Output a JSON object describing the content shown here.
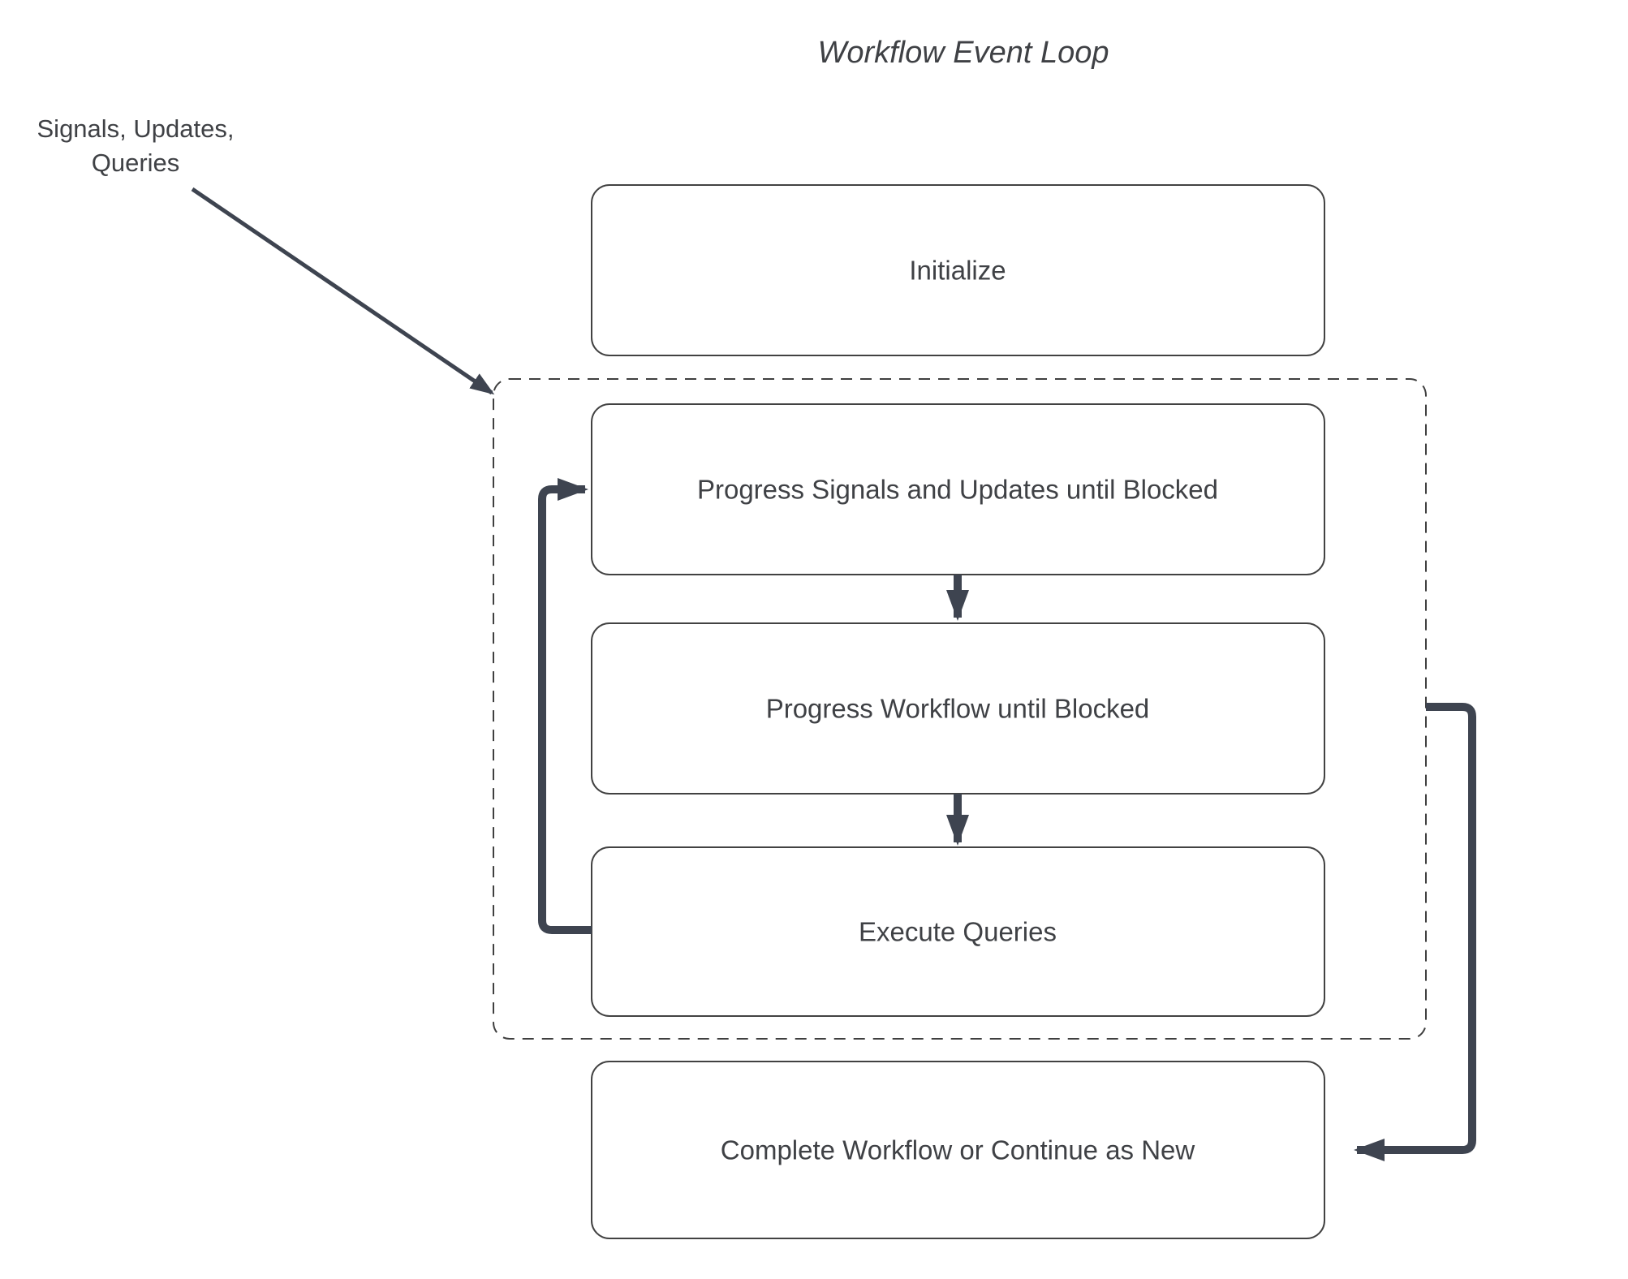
{
  "diagram": {
    "title": "Workflow Event Loop",
    "annotation": {
      "line1": "Signals, Updates,",
      "line2": "Queries"
    },
    "nodes": [
      {
        "id": "initialize",
        "label": "Initialize"
      },
      {
        "id": "progress-signals",
        "label": "Progress Signals and Updates until Blocked"
      },
      {
        "id": "progress-workflow",
        "label": "Progress Workflow until Blocked"
      },
      {
        "id": "execute-queries",
        "label": "Execute Queries"
      },
      {
        "id": "complete-workflow",
        "label": "Complete Workflow or Continue as New"
      }
    ],
    "container": {
      "id": "event-loop-boundary",
      "style": "dashed-rounded-rectangle"
    },
    "edges": [
      {
        "from": "annotation-signals-updates-queries",
        "to": "event-loop-boundary",
        "style": "thin-arrow"
      },
      {
        "from": "progress-signals",
        "to": "progress-workflow",
        "style": "thick-arrow-down"
      },
      {
        "from": "progress-workflow",
        "to": "execute-queries",
        "style": "thick-arrow-down"
      },
      {
        "from": "execute-queries",
        "to": "progress-signals",
        "style": "thick-arrow-loop-left"
      },
      {
        "from": "event-loop-boundary",
        "to": "complete-workflow",
        "style": "thick-arrow-right-side"
      }
    ],
    "colors": {
      "background": "#ffffff",
      "node_fill": "#ffffff",
      "node_border": "#424242",
      "boundary_border": "#3f3f3f",
      "arrow": "#3e4450",
      "text": "#3f4145"
    }
  }
}
